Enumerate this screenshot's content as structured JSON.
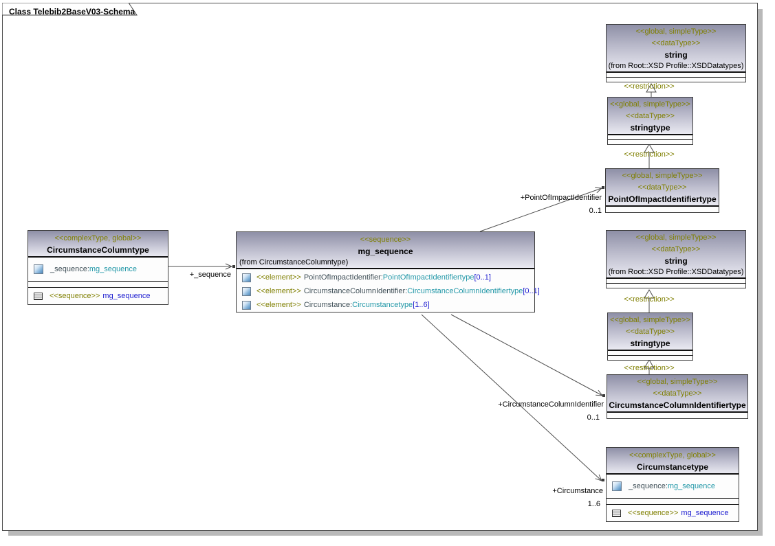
{
  "frame": {
    "title": "Class Telebib2BaseV03-Schema"
  },
  "colors": {
    "stereotype_text": "#7f7f00",
    "type_reference_text": "#2398a8",
    "cardinality_text": "#1c1cd0",
    "header_gradient_top": "#8e8fa6",
    "header_gradient_bottom": "#eaeaf2",
    "connector_line": "#4d4d4d",
    "frame_shadow": "#b9b9b9"
  },
  "labels": {
    "restriction": "<<restriction>>"
  },
  "connectors": {
    "sequence_role": "+_sequence",
    "poi_role": "+PointOfImpactIdentifier",
    "poi_card": "0..1",
    "cci_role": "+CircumstanceColumnIdentifier",
    "cci_card": "0..1",
    "circ_role": "+Circumstance",
    "circ_card": "1..6"
  },
  "classes": {
    "string_top": {
      "stereotype1": "<<global, simpleType>>",
      "stereotype2": "<<dataType>>",
      "name": "string",
      "from": "(from Root::XSD Profile::XSDDatatypes)"
    },
    "stringtype_top": {
      "stereotype1": "<<global, simpleType>>",
      "stereotype2": "<<dataType>>",
      "name": "stringtype"
    },
    "point_of_impact_identifiertype": {
      "stereotype1": "<<global, simpleType>>",
      "stereotype2": "<<dataType>>",
      "name": "PointOfImpactIdentifiertype"
    },
    "circumstance_columntype": {
      "stereotype": "<<complexType, global>>",
      "name": "CircumstanceColumntype",
      "attribute": {
        "name": "_sequence:",
        "type": "mg_sequence"
      },
      "operation": {
        "stereotype": "<<sequence>>",
        "name": "mg_sequence"
      }
    },
    "mg_sequence": {
      "stereotype": "<<sequence>>",
      "name": "mg_sequence",
      "from": "(from CircumstanceColumntype)",
      "elements": [
        {
          "stereotype": "<<element>>",
          "name": "PointOfImpactIdentifier:",
          "type": "PointOfImpactIdentifiertype",
          "card": "[0..1]"
        },
        {
          "stereotype": "<<element>>",
          "name": "CircumstanceColumnIdentifier:",
          "type": "CircumstanceColumnIdentifiertype",
          "card": "[0..1]"
        },
        {
          "stereotype": "<<element>>",
          "name": "Circumstance:",
          "type": "Circumstancetype",
          "card": "[1..6]"
        }
      ]
    },
    "string_mid": {
      "stereotype1": "<<global, simpleType>>",
      "stereotype2": "<<dataType>>",
      "name": "string",
      "from": "(from Root::XSD Profile::XSDDatatypes)"
    },
    "stringtype_mid": {
      "stereotype1": "<<global, simpleType>>",
      "stereotype2": "<<dataType>>",
      "name": "stringtype"
    },
    "circumstance_column_identifiertype": {
      "stereotype1": "<<global, simpleType>>",
      "stereotype2": "<<dataType>>",
      "name": "CircumstanceColumnIdentifiertype"
    },
    "circumstancetype": {
      "stereotype": "<<complexType, global>>",
      "name": "Circumstancetype",
      "attribute": {
        "name": "_sequence:",
        "type": "mg_sequence"
      },
      "operation": {
        "stereotype": "<<sequence>>",
        "name": "mg_sequence"
      }
    }
  }
}
